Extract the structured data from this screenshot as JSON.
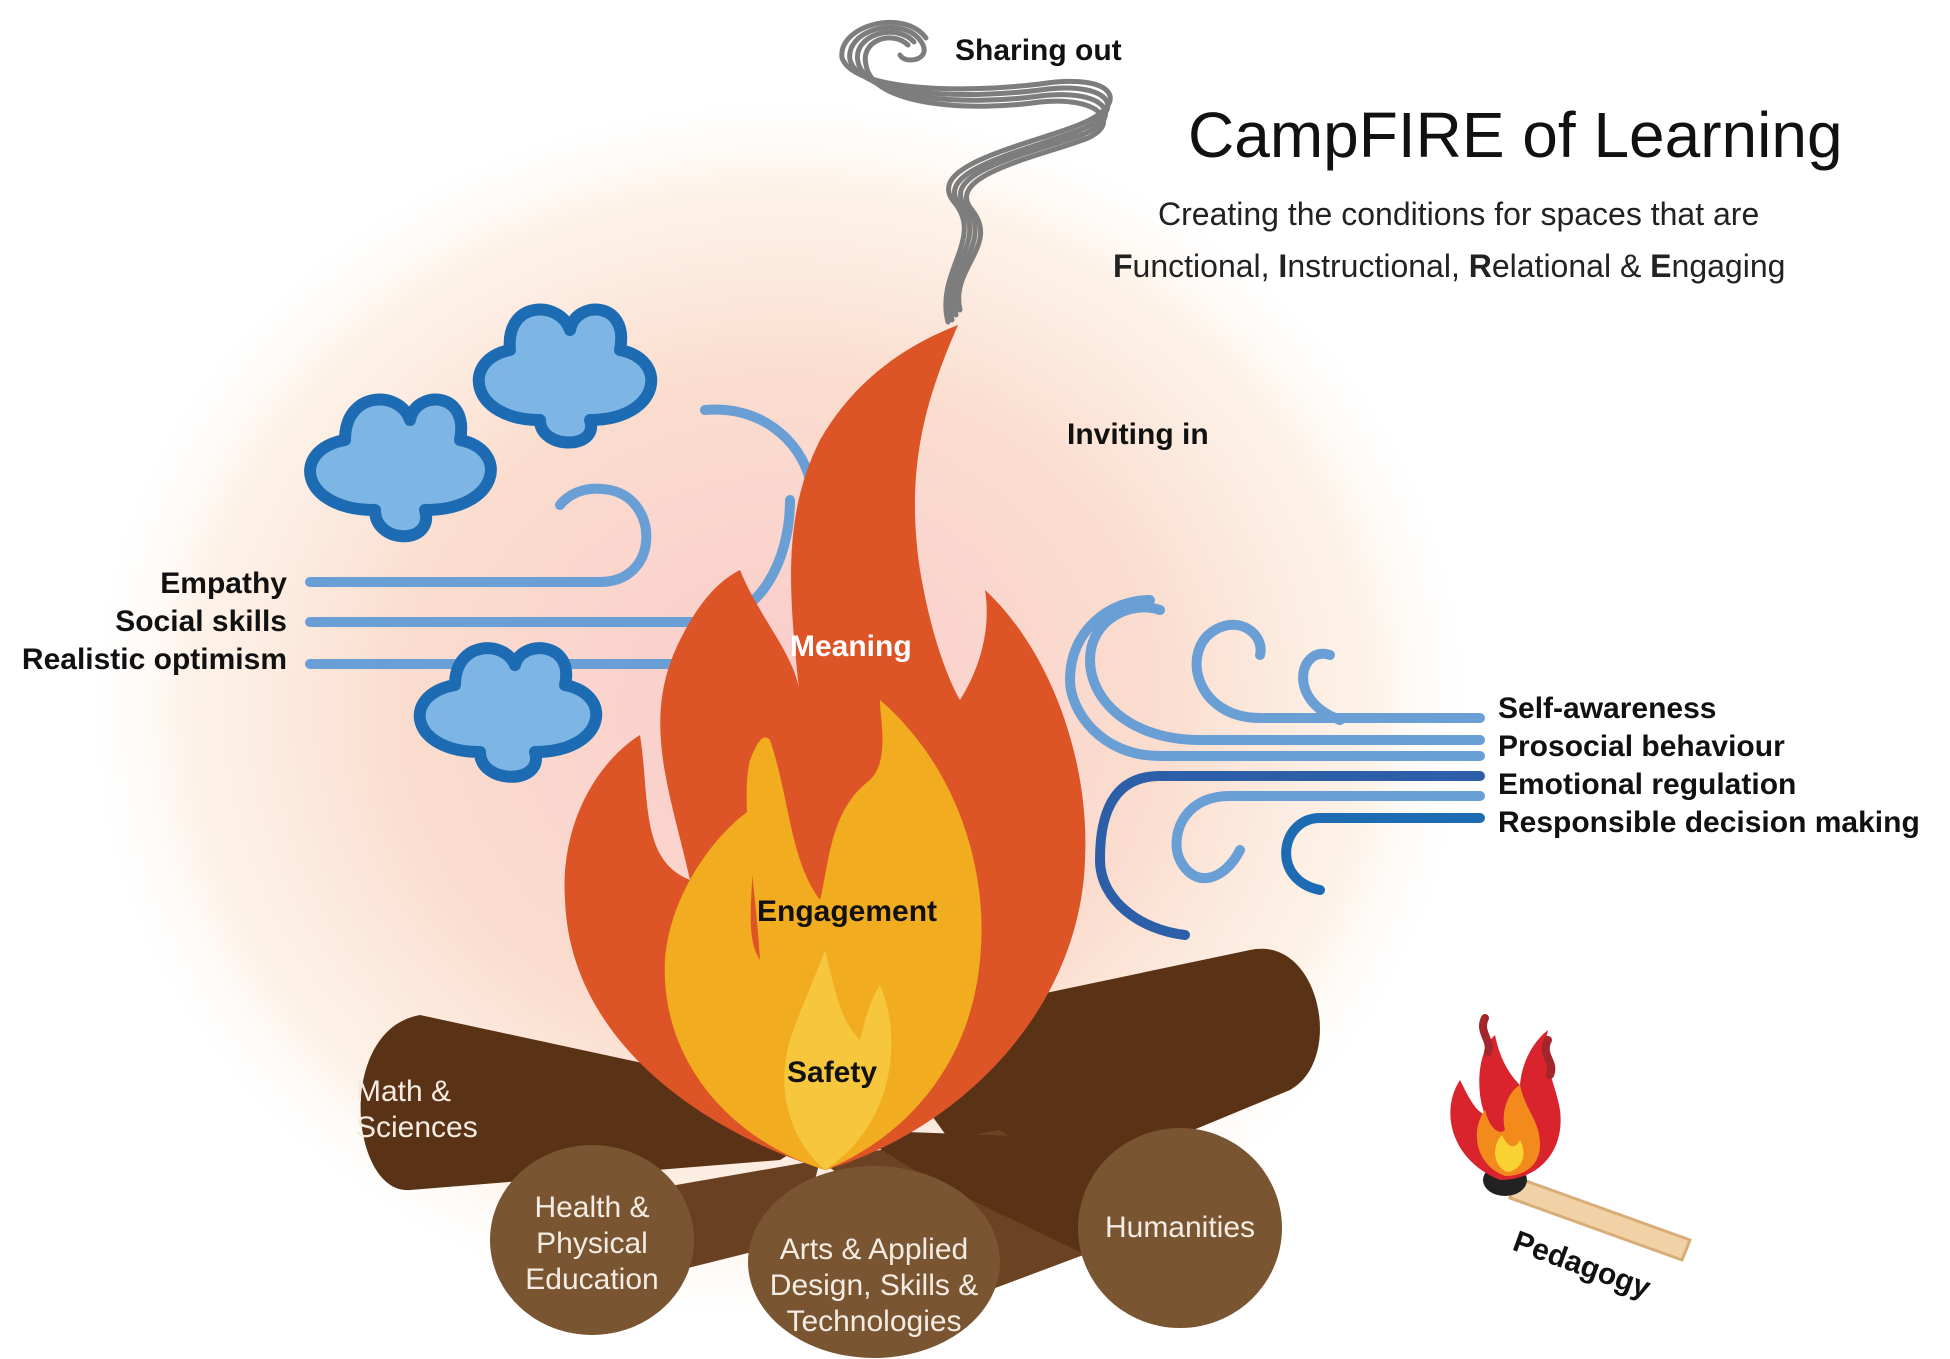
{
  "header": {
    "title": "CampFIRE of Learning",
    "subtitle_line1": "Creating the conditions for spaces that are",
    "subtitle_line2": [
      {
        "bold": "F",
        "rest": "unctional, "
      },
      {
        "bold": "I",
        "rest": "nstructional, "
      },
      {
        "bold": "R",
        "rest": "elational & "
      },
      {
        "bold": "E",
        "rest": "ngaging"
      }
    ]
  },
  "smoke": {
    "label": "Sharing out"
  },
  "inviting": {
    "label": "Inviting in"
  },
  "left_wind": {
    "labels": [
      "Empathy",
      "Social skills",
      "Realistic optimism"
    ]
  },
  "right_wind": {
    "labels": [
      "Self-awareness",
      "Prosocial behaviour",
      "Emotional regulation",
      "Responsible decision making"
    ]
  },
  "flame": {
    "outer": "Meaning",
    "middle": "Engagement",
    "inner": "Safety"
  },
  "logs": {
    "math": "Math &\nSciences",
    "health": "Health &\nPhysical\nEducation",
    "arts": "Arts & Applied\nDesign, Skills &\nTechnologies",
    "humanities": "Humanities"
  },
  "match": {
    "label": "Pedagogy"
  },
  "colors": {
    "flame_outer": "#dd5427",
    "flame_middle": "#f2ac1f",
    "flame_inner": "#f6c63c",
    "log_dark": "#5a3317",
    "log_end": "#7a5532",
    "cloud_fill": "#7db6e4",
    "cloud_stroke": "#1d6cb3",
    "wind_light": "#6a9fd6",
    "wind_dark": "#2c5fa8",
    "smoke": "#7d7d7d",
    "glow": "#f5b38c"
  }
}
